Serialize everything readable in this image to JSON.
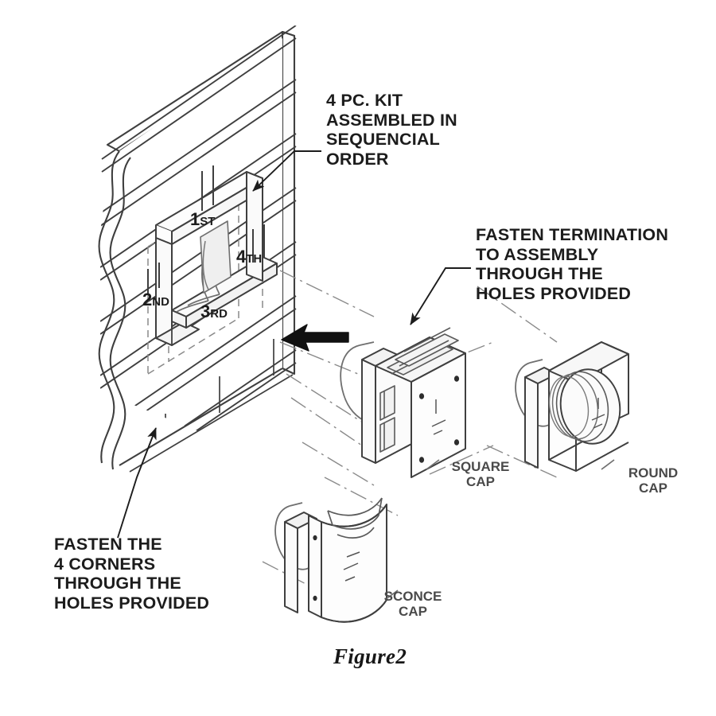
{
  "figure": {
    "caption": "Figure2",
    "title": "4 piece kit termination installation diagram"
  },
  "callouts": [
    {
      "id": "kit-order",
      "text": "4 PC. KIT\nASSEMBLED IN\nSEQUENCIAL\nORDER"
    },
    {
      "id": "fasten-termination",
      "text": "FASTEN TERMINATION\nTO ASSEMBLY\nTHROUGH THE\nHOLES PROVIDED"
    },
    {
      "id": "fasten-corners",
      "text": "FASTEN THE\n4 CORNERS\nTHROUGH THE\nHOLES PROVIDED"
    }
  ],
  "sequence_labels": [
    {
      "number": "1",
      "suffix": "ST"
    },
    {
      "number": "2",
      "suffix": "ND"
    },
    {
      "number": "3",
      "suffix": "RD"
    },
    {
      "number": "4",
      "suffix": "TH"
    }
  ],
  "parts": [
    {
      "id": "square-cap",
      "label": "SQUARE\nCAP"
    },
    {
      "id": "round-cap",
      "label": "ROUND\nCAP"
    },
    {
      "id": "sconce-cap",
      "label": "SCONCE\nCAP"
    }
  ],
  "colors": {
    "line": "#3f3f3f",
    "line_light": "#6f6f6f",
    "hidden": "#8a8a8a",
    "arrow_solid": "#111111",
    "text": "#1c1c1c",
    "part_text": "#4a4a4a",
    "background": "#ffffff"
  }
}
